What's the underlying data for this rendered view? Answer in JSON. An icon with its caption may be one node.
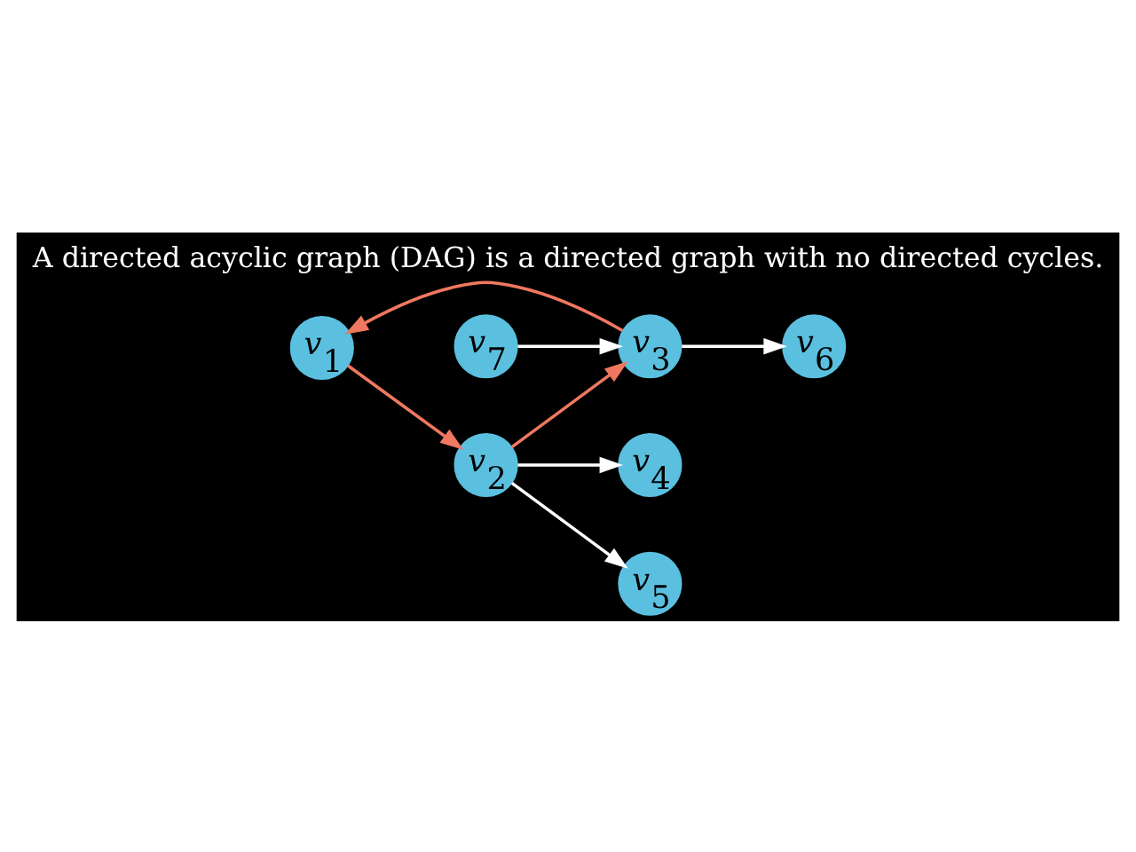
{
  "diagram": {
    "title": "A directed acyclic graph (DAG) is a directed graph with no directed cycles.",
    "nodes": [
      {
        "text": [
          "v$_{1}$"
        ]
      },
      {
        "text": [
          "v$_{2}$"
        ]
      },
      {
        "text": [
          "v$_{3}$"
        ]
      },
      {
        "text": [
          "v$_{4}$"
        ]
      },
      {
        "text": [
          "v$_{5}$"
        ]
      },
      {
        "text": [
          "v$_{6}$"
        ]
      },
      {
        "text": [
          "v$_{7}$"
        ]
      }
    ],
    "edges": [
      {
        "from": 0,
        "to": 1,
        "arrow": "to",
        "color": "#f07860"
      },
      {
        "from": 1,
        "to": 2,
        "arrow": "to",
        "color": "#f07860"
      },
      {
        "from": 2,
        "to": 0,
        "arrow": "to",
        "color": "#f07860"
      },
      {
        "from": 1,
        "to": 3,
        "arrow": "to"
      },
      {
        "from": 1,
        "to": 4,
        "arrow": "to"
      },
      {
        "from": 2,
        "to": 5,
        "arrow": "to"
      },
      {
        "from": 6,
        "to": 2,
        "arrow": "to"
      }
    ]
  }
}
